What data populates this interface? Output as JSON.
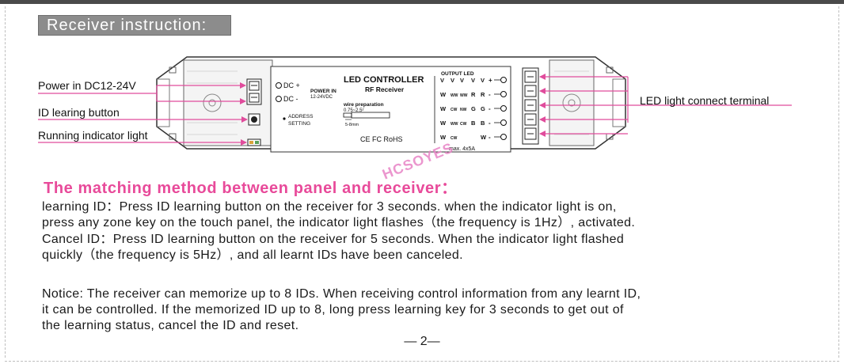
{
  "section": {
    "title": "Receiver instruction:"
  },
  "callouts": {
    "power_in": "Power in DC12-24V",
    "id_button": "ID learing button",
    "indicator": "Running indicator light",
    "led_terminal": "LED light connect terminal"
  },
  "device": {
    "title": "LED CONTROLLER",
    "subtitle": "RF Receiver",
    "dc_plus": "DC +",
    "dc_minus": "DC -",
    "power_in_label": "POWER IN",
    "power_in_range": "12-24VDC",
    "wire_prep": "wire preparation",
    "wire_gauge": "0.75~2.5²",
    "wire_length": "5-8mm",
    "address_line1": "ADDRESS",
    "address_line2": "SETTING",
    "certs": "CE FC RoHS",
    "output_header": "OUTPUT LED",
    "v_row": [
      "V",
      "V",
      "V",
      "V",
      "V",
      "+"
    ],
    "rows": [
      [
        "W",
        "WW",
        "WW",
        "R",
        "R",
        "-"
      ],
      [
        "W",
        "CW",
        "NW",
        "G",
        "G",
        "-"
      ],
      [
        "W",
        "WW",
        "CW",
        "B",
        "B",
        "-"
      ],
      [
        "W",
        "CW",
        "",
        "",
        "W",
        "-"
      ]
    ],
    "max_rating": "max. 4x5A"
  },
  "matching": {
    "heading": "The matching method between panel and receiver：",
    "watermark": "HCSOYES",
    "learning_line1": "learning ID：Press ID learning button on the receiver for 3 seconds.  when the indicator light is on,",
    "learning_line2": "press any zone key on the touch panel, the indicator light flashes（the frequency is 1Hz）, activated.",
    "cancel_line1": "Cancel ID：Press ID learning button on the receiver for 5 seconds.  When the indicator light flashed",
    "cancel_line2": "quickly（the frequency is 5Hz）, and all learnt IDs have been canceled."
  },
  "notice": {
    "line1": "Notice: The receiver can memorize up to 8 IDs.  When receiving control information from any learnt ID,",
    "line2": "it can be controlled.  If the memorized ID up to 8,  long press learning key for 3 seconds to get out of",
    "line3": "the learning status,  cancel the ID and reset."
  },
  "page": {
    "number": "— 2—"
  },
  "colors": {
    "accent": "#e84a9a",
    "tab": "#8c8c8c",
    "callout_line": "#e04c9c"
  }
}
